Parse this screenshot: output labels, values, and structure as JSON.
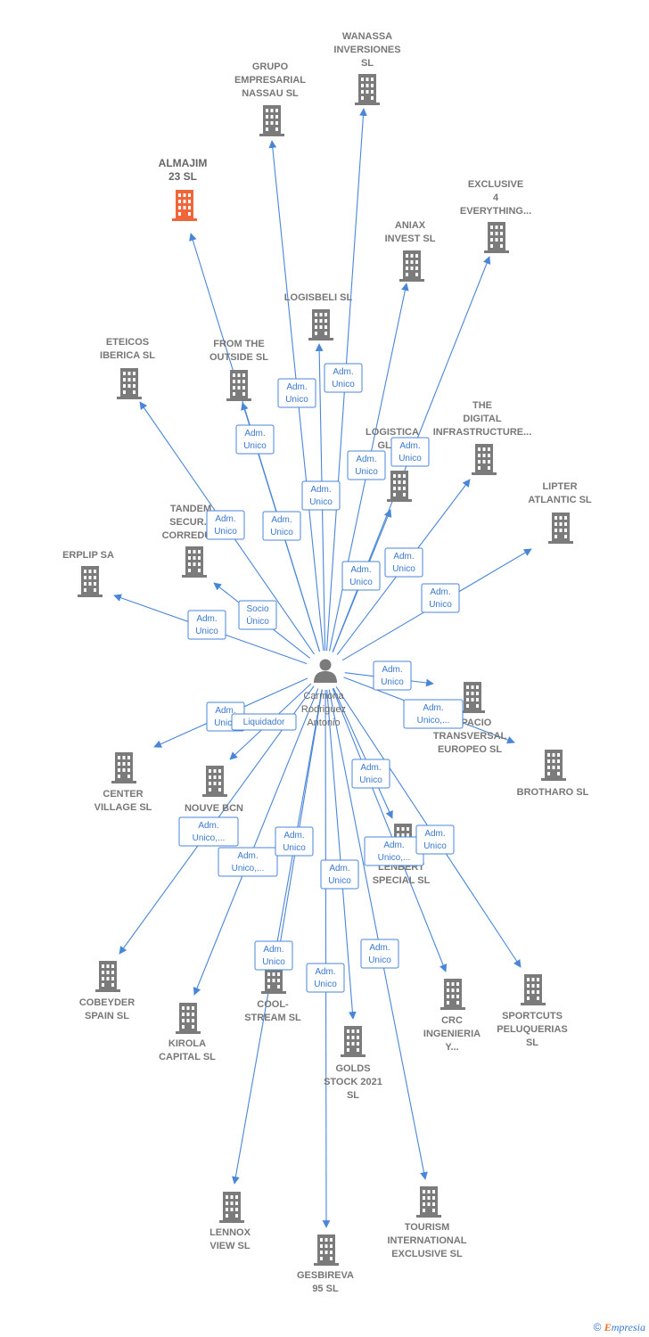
{
  "center": {
    "name_lines": [
      "Carmona",
      "Rodriguez",
      "Antonio"
    ]
  },
  "colors": {
    "edge": "#4a86d8",
    "building": "#7b7b7b",
    "highlight": "#f0653a",
    "person": "#7b7b7b"
  },
  "nodes": [
    {
      "id": "wanassa",
      "lines": [
        "WANASSA",
        "INVERSIONES",
        "SL"
      ],
      "role": "Adm. Unico"
    },
    {
      "id": "grupo",
      "lines": [
        "GRUPO",
        "EMPRESARIAL",
        "NASSAU SL"
      ],
      "role": "Adm. Unico"
    },
    {
      "id": "almajim",
      "lines": [
        "ALMAJIM",
        "23  SL"
      ],
      "role": "Adm. Unico",
      "highlight": true
    },
    {
      "id": "exclusive4",
      "lines": [
        "EXCLUSIVE",
        "4",
        "EVERYTHING..."
      ],
      "role": "Adm. Unico"
    },
    {
      "id": "aniax",
      "lines": [
        "ANIAX",
        "INVEST  SL"
      ],
      "role": "Adm. Unico"
    },
    {
      "id": "logisbeli",
      "lines": [
        "LOGISBELI  SL"
      ],
      "role": "Adm. Unico"
    },
    {
      "id": "eteicos",
      "lines": [
        "ETEICOS",
        "IBERICA  SL"
      ],
      "role": "Adm. Unico"
    },
    {
      "id": "fromoutside",
      "lines": [
        "FROM THE",
        "OUTSIDE  SL"
      ],
      "role": "Adm. Unico"
    },
    {
      "id": "thedigital",
      "lines": [
        "THE",
        "DIGITAL",
        "INFRASTRUCTURE..."
      ],
      "role": "Adm. Unico"
    },
    {
      "id": "logistica",
      "lines": [
        "LOGISTICA",
        "GLO..."
      ],
      "role": "Adm. Unico"
    },
    {
      "id": "tandem",
      "lines": [
        "TANDEM",
        "SECUR...",
        "CORREDU..."
      ],
      "role": "Socio Único"
    },
    {
      "id": "lipter",
      "lines": [
        "LIPTER",
        "ATLANTIC  SL"
      ],
      "role": "Adm. Unico"
    },
    {
      "id": "erplip",
      "lines": [
        "ERPLIP SA"
      ],
      "role": "Adm. Unico"
    },
    {
      "id": "espacio",
      "lines": [
        "ESPACIO",
        "TRANSVERSAL",
        "EUROPEO  SL"
      ],
      "role": "Adm. Unico"
    },
    {
      "id": "brotharo",
      "lines": [
        "BROTHARO  SL"
      ],
      "role": "Adm. Unico,..."
    },
    {
      "id": "center",
      "lines": [
        "CENTER",
        "VILLAGE  SL"
      ],
      "role": "Adm. Unico"
    },
    {
      "id": "nouve",
      "lines": [
        "NOUVE BCN"
      ],
      "role": "Liquidador"
    },
    {
      "id": "lenbert",
      "lines": [
        "LENBERT",
        "SPECIAL  SL"
      ],
      "role": "Adm. Unico"
    },
    {
      "id": "cobeyder",
      "lines": [
        "COBEYDER",
        "SPAIN  SL"
      ],
      "role": "Adm. Unico,..."
    },
    {
      "id": "kirola",
      "lines": [
        "KIROLA",
        "CAPITAL  SL"
      ],
      "role": "Adm. Unico,..."
    },
    {
      "id": "coolstream",
      "lines": [
        "COOL-",
        "STREAM  SL"
      ],
      "role": "Adm. Unico"
    },
    {
      "id": "golds",
      "lines": [
        "GOLDS",
        "STOCK 2021",
        "SL"
      ],
      "role": "Adm. Unico"
    },
    {
      "id": "crc",
      "lines": [
        "CRC",
        "INGENIERIA",
        "Y..."
      ],
      "role": "Adm. Unico,..."
    },
    {
      "id": "sportcuts",
      "lines": [
        "SPORTCUTS",
        "PELUQUERIAS",
        "SL"
      ],
      "role": "Adm. Unico"
    },
    {
      "id": "lennox",
      "lines": [
        "LENNOX",
        "VIEW SL"
      ],
      "role": "Adm. Unico"
    },
    {
      "id": "gesbireva",
      "lines": [
        "GESBIREVA",
        "95 SL"
      ],
      "role": "Adm. Unico"
    },
    {
      "id": "tourism",
      "lines": [
        "TOURISM",
        "INTERNATIONAL",
        "EXCLUSIVE  SL"
      ],
      "role": "Adm. Unico"
    }
  ],
  "copyright": {
    "symbol": "©",
    "brand": "Empresia"
  }
}
